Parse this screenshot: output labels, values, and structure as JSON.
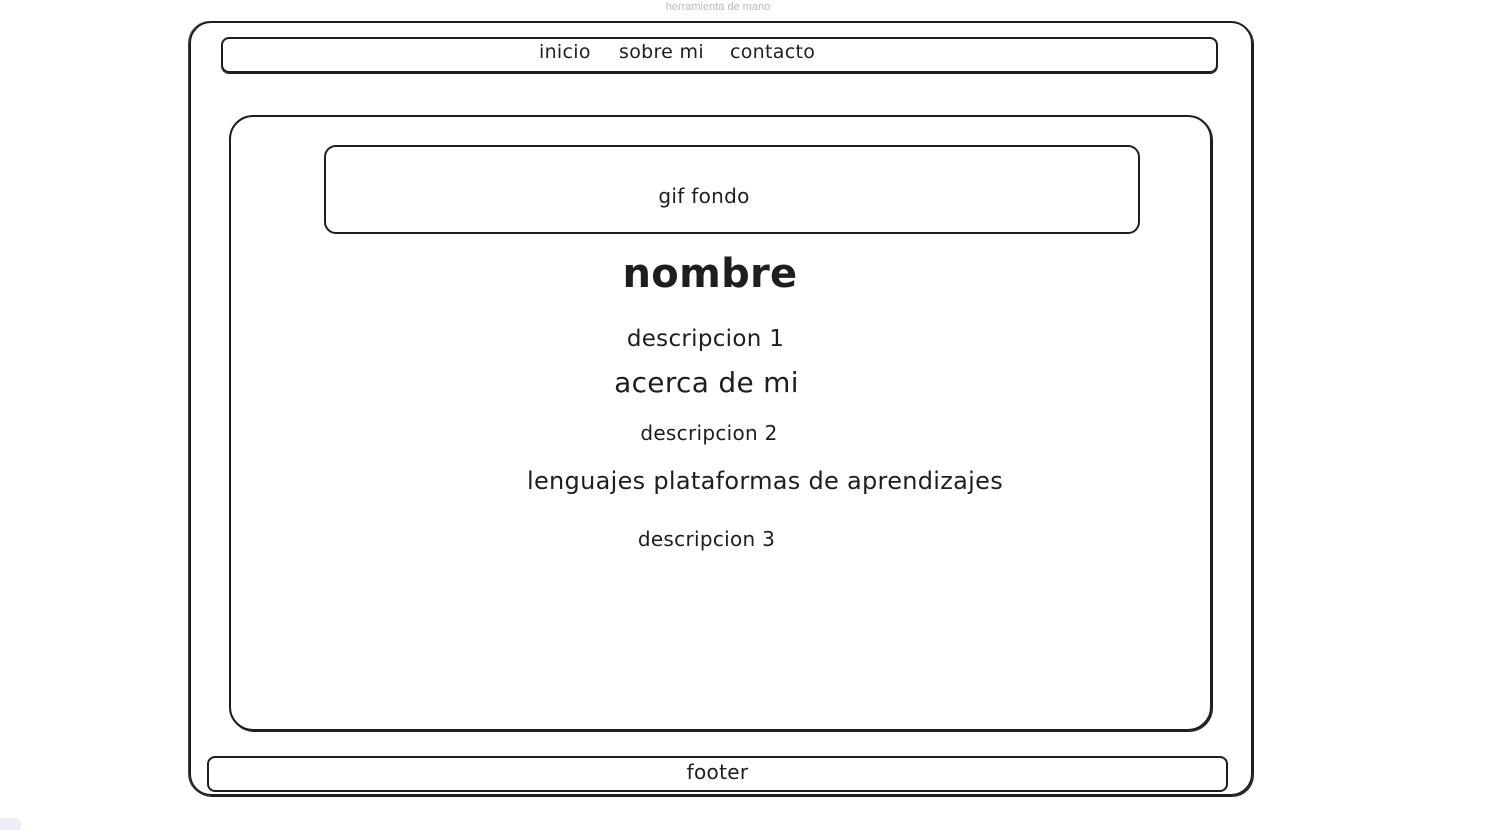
{
  "app": {
    "title": "herramienta de mano"
  },
  "nav": {
    "items": [
      {
        "label": "inicio"
      },
      {
        "label": "sobre mi"
      },
      {
        "label": "contacto"
      }
    ]
  },
  "hero": {
    "gif_label": "gif fondo",
    "name": "nombre",
    "description_1": "descripcion 1"
  },
  "about": {
    "heading": "acerca de mi",
    "description_2": "descripcion 2"
  },
  "languages": {
    "heading": "lenguajes plataformas de aprendizajes",
    "description_3": "descripcion 3"
  },
  "footer": {
    "label": "footer"
  },
  "colors": {
    "stroke": "#1e1e1e",
    "background": "#ffffff",
    "title_text": "#b9b9b9"
  }
}
